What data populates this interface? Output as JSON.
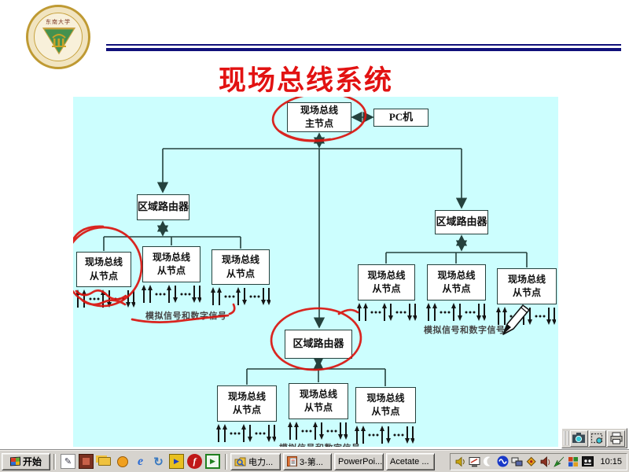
{
  "header": {
    "logo_text": "东南大学",
    "logo_ring_text": "SOUTHEAST UNIVERSITY",
    "title": "现场总线系统",
    "title_color": "#e21212",
    "rule_color": "#10107a"
  },
  "diagram": {
    "bg_color": "#ccfefe",
    "line_color": "#25413d",
    "annotation_color": "#da1510",
    "master_node": {
      "line1": "现场总线",
      "line2": "主节点"
    },
    "pc_label": "PC机",
    "router_label": "区域路由器",
    "slave_node": {
      "line1": "现场总线",
      "line2": "从节点"
    },
    "signal_label": "模拟信号和数字信号",
    "annotations": [
      "master-node-circled",
      "left-slave-node-circled-and-scribbled",
      "bottom-router-circled",
      "left-signal-label-underlined"
    ],
    "cursor": "pen-cursor"
  },
  "mini_toolbar": {
    "buttons": [
      "screen-capture",
      "region-capture",
      "print"
    ]
  },
  "taskbar": {
    "start_label": "开始",
    "quick_launch": [
      "compose",
      "app-red",
      "folder",
      "messenger",
      "internet-explorer",
      "sync",
      "media-player",
      "flash",
      "media-green"
    ],
    "compose_glyph": "✎",
    "ie_glyph": "e",
    "sync_glyph": "↻",
    "play_glyph": "▶",
    "flash_glyph": "f",
    "window_buttons": [
      {
        "label": "电力..."
      },
      {
        "label": "3-第..."
      },
      {
        "label": "PowerPoi..."
      },
      {
        "label": "Acetate ..."
      }
    ],
    "tray_icons": [
      "volume",
      "display-settings",
      "crescent-moon",
      "audio-wave",
      "network",
      "diamond",
      "speaker",
      "green-arrow",
      "ime-grid",
      "capture"
    ],
    "clock": "10:15"
  }
}
